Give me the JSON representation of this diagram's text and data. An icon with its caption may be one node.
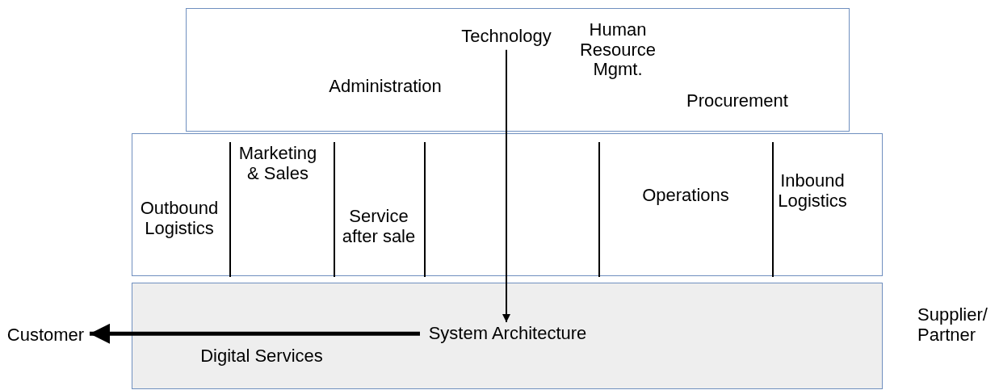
{
  "diagram": {
    "nodes": [
      {
        "text": [],
        "shape": "box"
      },
      {
        "text": [
          "Technology"
        ],
        "in": 0
      },
      {
        "text": [
          "Human Resource Mgmt."
        ],
        "in": 0
      },
      {
        "text": [
          "Administration"
        ],
        "in": 0
      },
      {
        "text": [
          "Procurement"
        ],
        "in": 0
      },
      {
        "text": [],
        "shape": "box"
      },
      {
        "text": [
          "Marketing & Sales"
        ],
        "in": 5
      },
      {
        "text": [
          "Inbound Logistics"
        ],
        "in": 5
      },
      {
        "text": [
          "Operations"
        ],
        "in": 5
      },
      {
        "text": [
          "Outbound Logistics"
        ],
        "in": 5
      },
      {
        "text": [
          "Service after sale"
        ],
        "in": 5
      },
      {
        "text": [],
        "shape": "box"
      },
      {
        "text": [
          "System Architecture"
        ],
        "in": 11
      },
      {
        "text": [
          "Customer"
        ]
      },
      {
        "text": [
          "Digital Services"
        ],
        "in": 11
      }
    ],
    "edges": [
      {
        "from": 1,
        "to": 12,
        "arrow": "to"
      },
      {
        "from": 12,
        "to": 13,
        "arrow": "to",
        "style": "thick"
      }
    ],
    "labels": [
      "Supplier/ Partner"
    ]
  }
}
